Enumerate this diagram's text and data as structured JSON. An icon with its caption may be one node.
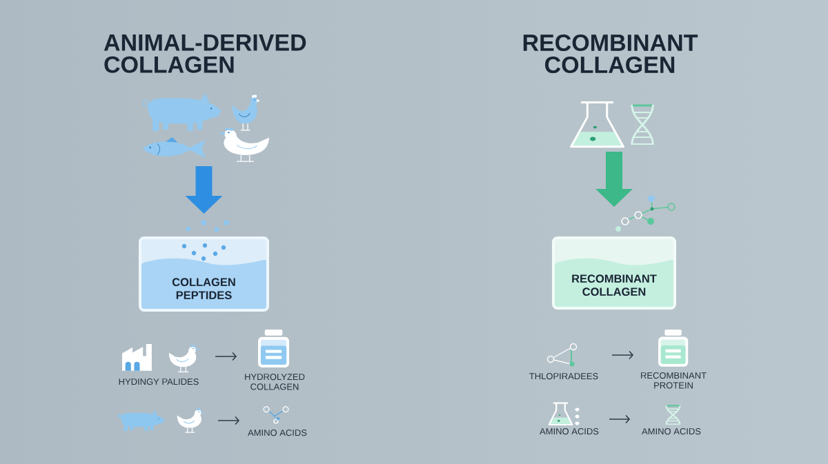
{
  "diagram": {
    "nodes": [
      {
        "text": [],
        "shape": "picture"
      },
      {
        "text": [
          "COLLAGEN PEPTIDES"
        ]
      },
      {
        "text": [
          "HYDINGY PALIDES"
        ]
      },
      {
        "text": [
          "HYDROLYZED COLLAGEN"
        ]
      },
      {
        "text": [],
        "shape": "picture"
      },
      {
        "text": [
          "AMINO ACIDS"
        ]
      },
      {
        "text": [],
        "shape": "picture"
      },
      {
        "text": [
          "RECOMBINANT COLLAGEN"
        ]
      },
      {
        "text": [
          "THLOPIRADEES"
        ]
      },
      {
        "text": [
          "RECOMBINANT PROTEIN"
        ]
      },
      {
        "text": [
          "AMINO ACIDS"
        ]
      },
      {
        "text": [
          "AMINO ACIDS"
        ]
      }
    ],
    "edges": [
      {
        "from": 0,
        "to": 1,
        "arrow": "to",
        "style": "thick",
        "color": "#2e8fe2"
      },
      {
        "from": 2,
        "to": 3,
        "arrow": "to"
      },
      {
        "from": 4,
        "to": 5,
        "arrow": "to"
      },
      {
        "from": 6,
        "to": 7,
        "arrow": "to",
        "style": "thick",
        "color": "#3cb889"
      },
      {
        "from": 8,
        "to": 9,
        "arrow": "to"
      },
      {
        "from": 10,
        "to": 11,
        "arrow": "to"
      }
    ],
    "labels": [
      "ANIMAL-DERIVED COLLAGEN",
      "RECOMBINANT COLLAGEN"
    ]
  }
}
